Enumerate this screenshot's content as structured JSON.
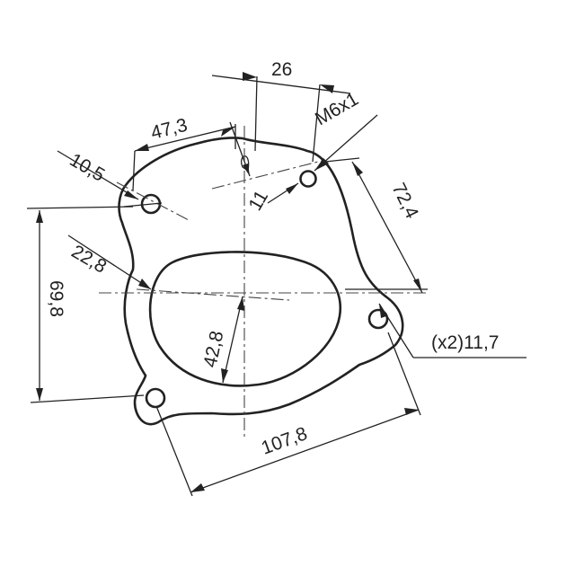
{
  "dimensions": {
    "d_26": "26",
    "d_47_3": "47,3",
    "d_10_5": "10,5",
    "thread": "M6x1",
    "d_11": "11",
    "d_72_4": "72,4",
    "d_22_8": "22,8",
    "d_69_8": "69,8",
    "d_42_8": "42,8",
    "d_11_7": "(x2)11,7",
    "d_107_8": "107,8"
  }
}
